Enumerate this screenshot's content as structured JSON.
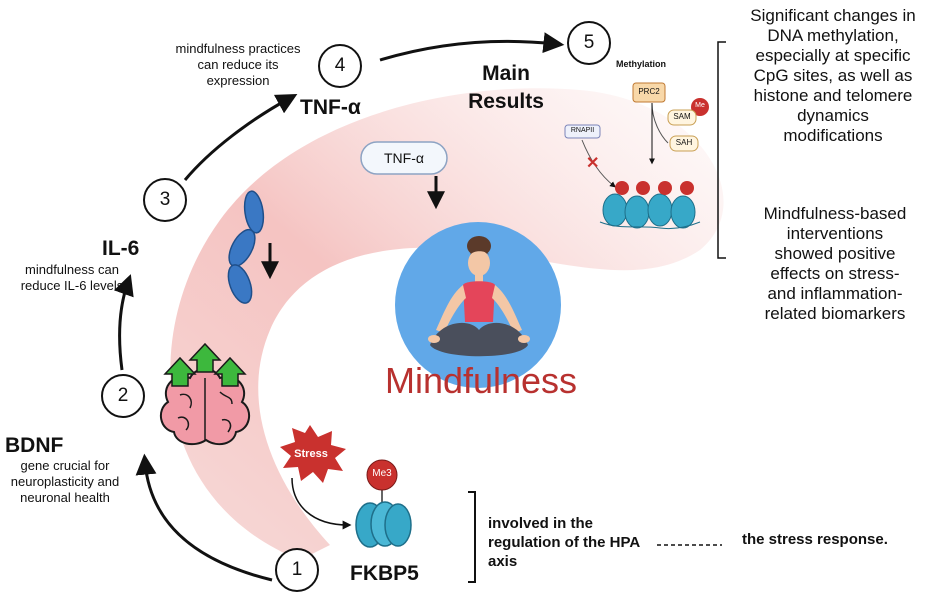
{
  "steps": [
    {
      "number": "1",
      "title": "FKBP5",
      "note": ""
    },
    {
      "number": "2",
      "title": "BDNF",
      "note": "gene crucial for neuroplasticity and neuronal health"
    },
    {
      "number": "3",
      "title": "IL-6",
      "note": "mindfulness can reduce IL-6 levels"
    },
    {
      "number": "4",
      "title": "TNF-α",
      "note": "mindfulness practices can reduce its expression"
    },
    {
      "number": "5",
      "title": "Main Results",
      "note": ""
    }
  ],
  "center_title": "Mindfulness",
  "labels": {
    "stress": "Stress",
    "me3": "Me3",
    "tnf_pill": "TNF-α",
    "methylation": "Methylation",
    "prc2": "PRC2",
    "rnapii": "RNAPII",
    "sam": "SAM",
    "sah": "SAH",
    "me": "Me"
  },
  "fkbp5_text": {
    "line1": "involved in the",
    "line2": "regulation of the HPA",
    "line3": "axis",
    "right": "the stress response."
  },
  "results": {
    "methylation": [
      "Significant changes in",
      "DNA methylation,",
      "especially at specific",
      "CpG sites, as well as",
      "histone and telomere",
      "dynamics",
      "modifications"
    ],
    "biomarkers": [
      "Mindfulness-based",
      "interventions",
      "showed positive",
      "effects on stress-",
      "and inflammation-",
      "related biomarkers"
    ]
  },
  "colors": {
    "arc_pink": "#f2b9b7",
    "mindfulness_red": "#b8312f",
    "circle_blue": "#61a8e8",
    "protein_blue": "#3a78c4",
    "nucleosome_teal": "#37a8c8",
    "arrow_green": "#3db83d",
    "stress_red": "#c9312e"
  }
}
